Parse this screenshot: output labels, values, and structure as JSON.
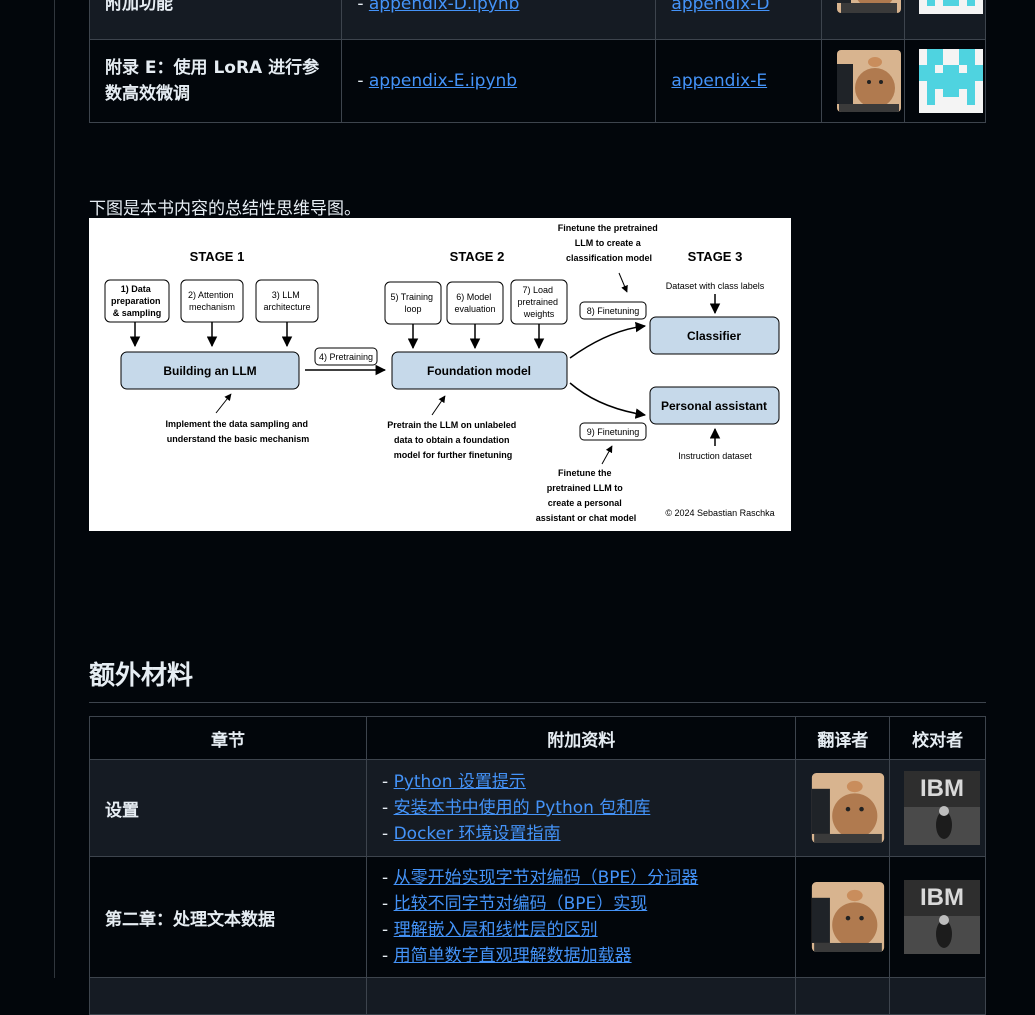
{
  "top_table": {
    "rows": [
      {
        "title": "附加功能",
        "notebook_prefix": "- ",
        "notebook": "appendix-D.ipynb",
        "code": "appendix-D"
      },
      {
        "title": "附录 E：使用 LoRA 进行参数高效微调",
        "notebook_prefix": "- ",
        "notebook": "appendix-E.ipynb",
        "code": "appendix-E"
      }
    ]
  },
  "intro_text": "下图是本书内容的总结性思维导图。",
  "mindmap": {
    "stage1": "STAGE 1",
    "stage2": "STAGE 2",
    "stage3": "STAGE 3",
    "box1": [
      "1) Data",
      "preparation",
      "& sampling"
    ],
    "box2": [
      "2) Attention",
      "mechanism"
    ],
    "box3": [
      "3) LLM",
      "architecture"
    ],
    "box5": [
      "5) Training",
      "loop"
    ],
    "box6": [
      "6) Model",
      "evaluation"
    ],
    "box7": [
      "7) Load",
      "pretrained",
      "weights"
    ],
    "box8": "8) Finetuning",
    "box9": "9) Finetuning",
    "pretraining": "4) Pretraining",
    "building": "Building an LLM",
    "foundation": "Foundation model",
    "classifier": "Classifier",
    "assistant": "Personal assistant",
    "note_top": [
      "Finetune the pretrained",
      "LLM to create a",
      "classification model"
    ],
    "dataset_labels": "Dataset with class labels",
    "note_s1": [
      "Implement the data sampling and",
      "understand the basic mechanism"
    ],
    "note_s2": [
      "Pretrain the LLM on unlabeled",
      "data to obtain a foundation",
      "model for further finetuning"
    ],
    "note_bottom": [
      "Finetune the",
      "pretrained LLM to",
      "create a personal",
      "assistant or chat model"
    ],
    "instruction": "Instruction dataset",
    "copyright": "© 2024 Sebastian Raschka"
  },
  "extra_heading": "额外材料",
  "extra_table": {
    "headers": [
      "章节",
      "附加资料",
      "翻译者",
      "校对者"
    ],
    "rows": [
      {
        "chapter": "设置",
        "links": [
          "Python 设置提示",
          "安装本书中使用的 Python 包和库",
          "Docker 环境设置指南"
        ]
      },
      {
        "chapter": "第二章：处理文本数据",
        "links": [
          "从零开始实现字节对编码（BPE）分词器",
          "比较不同字节对编码（BPE）实现",
          "理解嵌入层和线性层的区别",
          "用简单数字直观理解数据加载器"
        ]
      }
    ],
    "link_prefix": "- "
  },
  "avatar_ibm_text": "IBM",
  "colors": {
    "background": "#02060b",
    "link": "#4493f8",
    "border": "#3d444d",
    "box_fill": "#c6d9ea",
    "pixel_avatar": "#4fd3e0"
  }
}
